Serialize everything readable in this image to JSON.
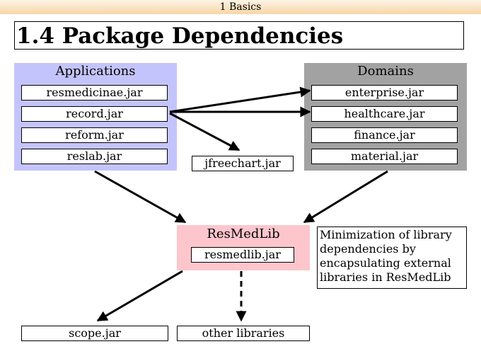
{
  "header": {
    "section": "1 Basics"
  },
  "slide": {
    "title": "1.4 Package Dependencies"
  },
  "applications": {
    "title": "Applications",
    "jars": [
      "resmedicinae.jar",
      "record.jar",
      "reform.jar",
      "reslab.jar"
    ]
  },
  "domains": {
    "title": "Domains",
    "jars": [
      "enterprise.jar",
      "healthcare.jar",
      "finance.jar",
      "material.jar"
    ]
  },
  "jfreechart": "jfreechart.jar",
  "resmedlib": {
    "title": "ResMedLib",
    "jar": "resmedlib.jar"
  },
  "scope": "scope.jar",
  "other_libraries": "other libraries",
  "note": {
    "lines": [
      "Minimization of library",
      "dependencies by",
      "encapsulating external",
      "libraries in ResMedLib"
    ]
  },
  "colors": {
    "applications_bg": "#c4c4fc",
    "domains_bg": "#a2a2a2",
    "resmedlib_bg": "#fcc6cc",
    "header_gradient_end": "#f7d6a6"
  }
}
